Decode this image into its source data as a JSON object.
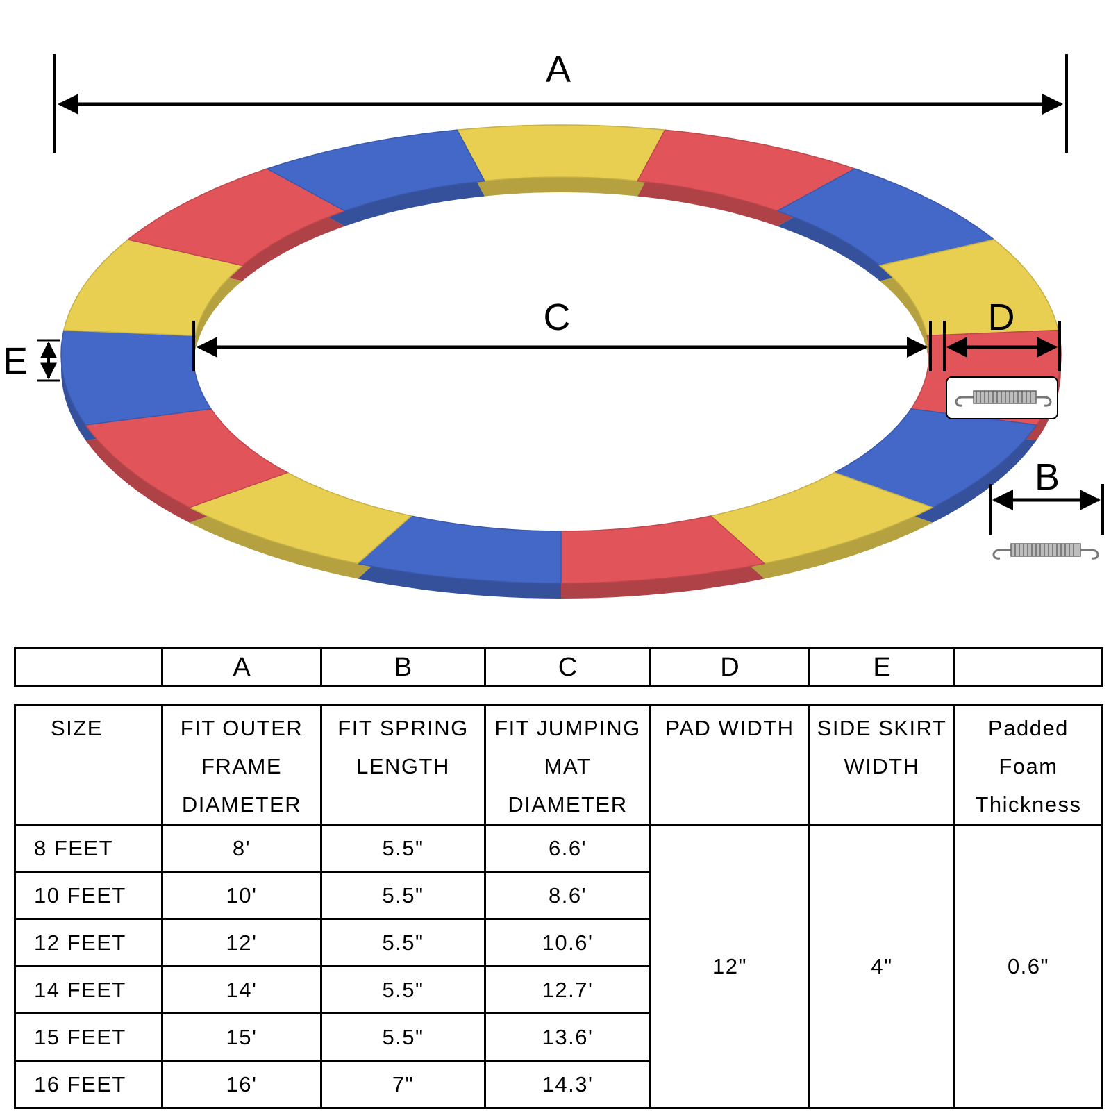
{
  "diagram": {
    "labels": {
      "a": "A",
      "b": "B",
      "c": "C",
      "d": "D",
      "e": "E"
    },
    "colors": {
      "red": "#e0545a",
      "yellow": "#e8cf52",
      "blue": "#4468c8"
    },
    "icons": [
      "spring-icon"
    ]
  },
  "header_row": [
    "",
    "A",
    "B",
    "C",
    "D",
    "E",
    ""
  ],
  "table": {
    "columns": [
      {
        "lines": [
          "SIZE"
        ]
      },
      {
        "lines": [
          "FIT OUTER",
          "FRAME",
          "DIAMETER"
        ]
      },
      {
        "lines": [
          "FIT SPRING",
          "LENGTH"
        ]
      },
      {
        "lines": [
          "FIT JUMPING",
          "MAT",
          "DIAMETER"
        ]
      },
      {
        "lines": [
          "PAD WIDTH"
        ]
      },
      {
        "lines": [
          "SIDE SKIRT",
          "WIDTH"
        ]
      },
      {
        "lines": [
          "Padded",
          "Foam",
          "Thickness"
        ]
      }
    ],
    "rows": [
      {
        "size": "8 FEET",
        "a": "8'",
        "b": "5.5\"",
        "c": "6.6'"
      },
      {
        "size": "10 FEET",
        "a": "10'",
        "b": "5.5\"",
        "c": "8.6'"
      },
      {
        "size": "12 FEET",
        "a": "12'",
        "b": "5.5\"",
        "c": "10.6'"
      },
      {
        "size": "14 FEET",
        "a": "14'",
        "b": "5.5\"",
        "c": "12.7'"
      },
      {
        "size": "15 FEET",
        "a": "15'",
        "b": "5.5\"",
        "c": "13.6'"
      },
      {
        "size": "16 FEET",
        "a": "16'",
        "b": "7\"",
        "c": "14.3'"
      }
    ],
    "shared": {
      "pad_width": "12\"",
      "side_skirt_width": "4\"",
      "foam_thickness": "0.6\""
    }
  }
}
